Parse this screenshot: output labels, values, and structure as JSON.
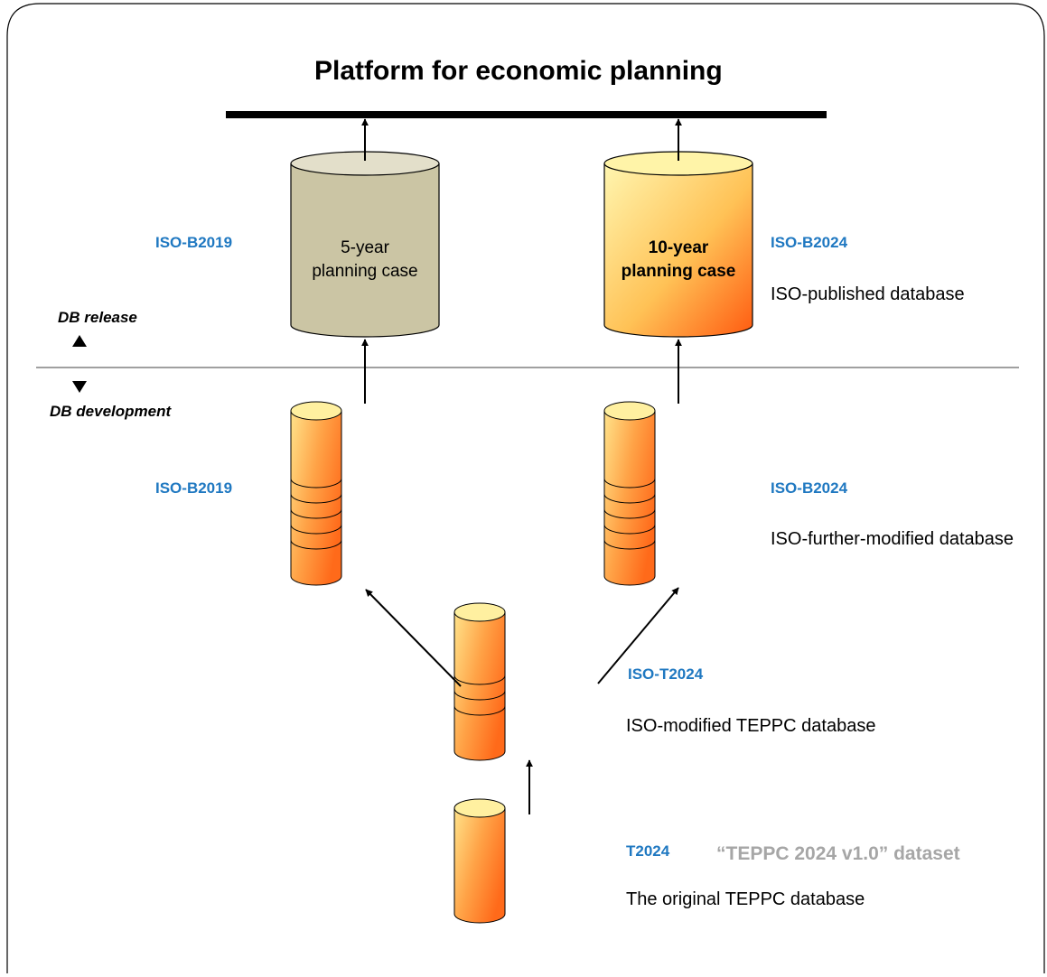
{
  "title": "Platform for economic planning",
  "divider": {
    "release_label": "DB release",
    "development_label": "DB development"
  },
  "left_column": {
    "release_code": "ISO-B2019",
    "release_cylinder_text": [
      "5-year",
      "planning case"
    ],
    "dev_code": "ISO-B2019"
  },
  "right_column": {
    "release_code": "ISO-B2024",
    "release_cylinder_text": [
      "10-year",
      "planning case"
    ],
    "release_description": "ISO-published database",
    "dev_code": "ISO-B2024",
    "dev_description": "ISO-further-modified database"
  },
  "middle": {
    "code": "ISO-T2024",
    "description": "ISO-modified TEPPC database"
  },
  "original": {
    "code": "T2024",
    "dataset": "“TEPPC 2024 v1.0” dataset",
    "description": "The original TEPPC database"
  },
  "colors": {
    "blue_label": "#1F78C1",
    "dataset_gray": "#A6A6A6",
    "khaki_cylinder": "#CBC5A4",
    "orange_dark": "#FF6A1A",
    "yellow_light": "#FFF3A8"
  }
}
